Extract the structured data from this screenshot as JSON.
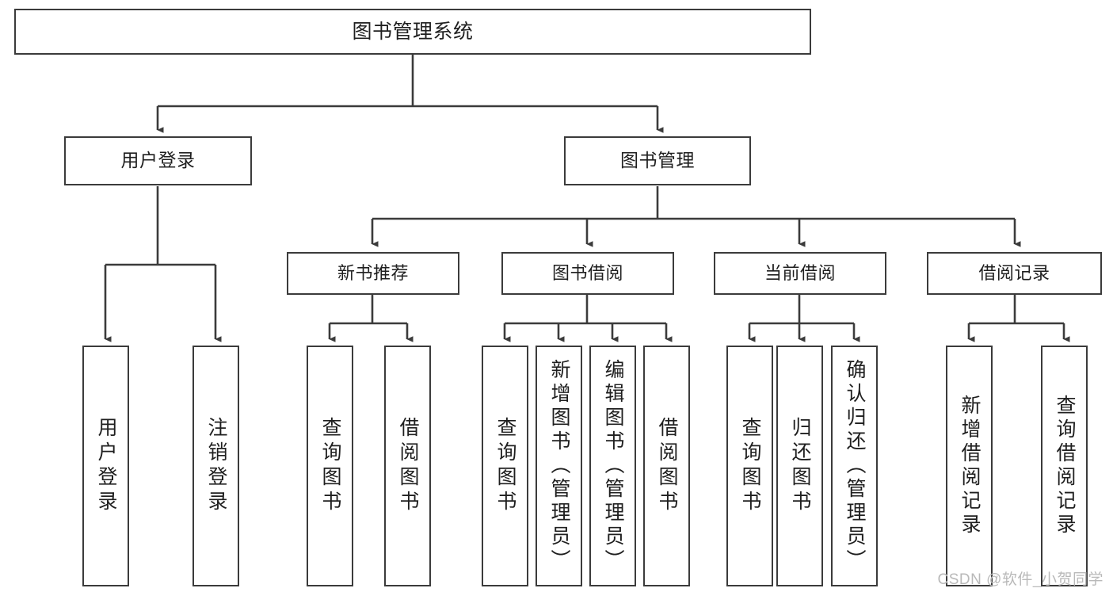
{
  "diagram": {
    "title": "图书管理系统",
    "watermark": "CSDN @软件_小贺同学",
    "type": "tree-hierarchy-diagram",
    "root": {
      "label": "图书管理系统"
    },
    "level1": [
      {
        "label": "用户登录"
      },
      {
        "label": "图书管理"
      }
    ],
    "level2": [
      {
        "label": "新书推荐",
        "parent": "图书管理"
      },
      {
        "label": "图书借阅",
        "parent": "图书管理"
      },
      {
        "label": "当前借阅",
        "parent": "图书管理"
      },
      {
        "label": "借阅记录",
        "parent": "图书管理"
      }
    ],
    "leaves": {
      "user_login": [
        {
          "label": "用户登录"
        },
        {
          "label": "注销登录"
        }
      ],
      "new_book_recommend": [
        {
          "label": "查询图书"
        },
        {
          "label": "借阅图书"
        }
      ],
      "book_borrow": [
        {
          "label": "查询图书"
        },
        {
          "label": "新增图书（管理员）"
        },
        {
          "label": "编辑图书（管理员）"
        },
        {
          "label": "借阅图书"
        }
      ],
      "current_borrow": [
        {
          "label": "查询图书"
        },
        {
          "label": "归还图书"
        },
        {
          "label": "确认归还（管理员）"
        }
      ],
      "borrow_record": [
        {
          "label": "新增借阅记录"
        },
        {
          "label": "查询借阅记录"
        }
      ]
    },
    "colors": {
      "stroke": "#3b3b3b",
      "background": "#ffffff",
      "text": "#1f1f1f",
      "watermark": "#b9b9b9"
    }
  }
}
